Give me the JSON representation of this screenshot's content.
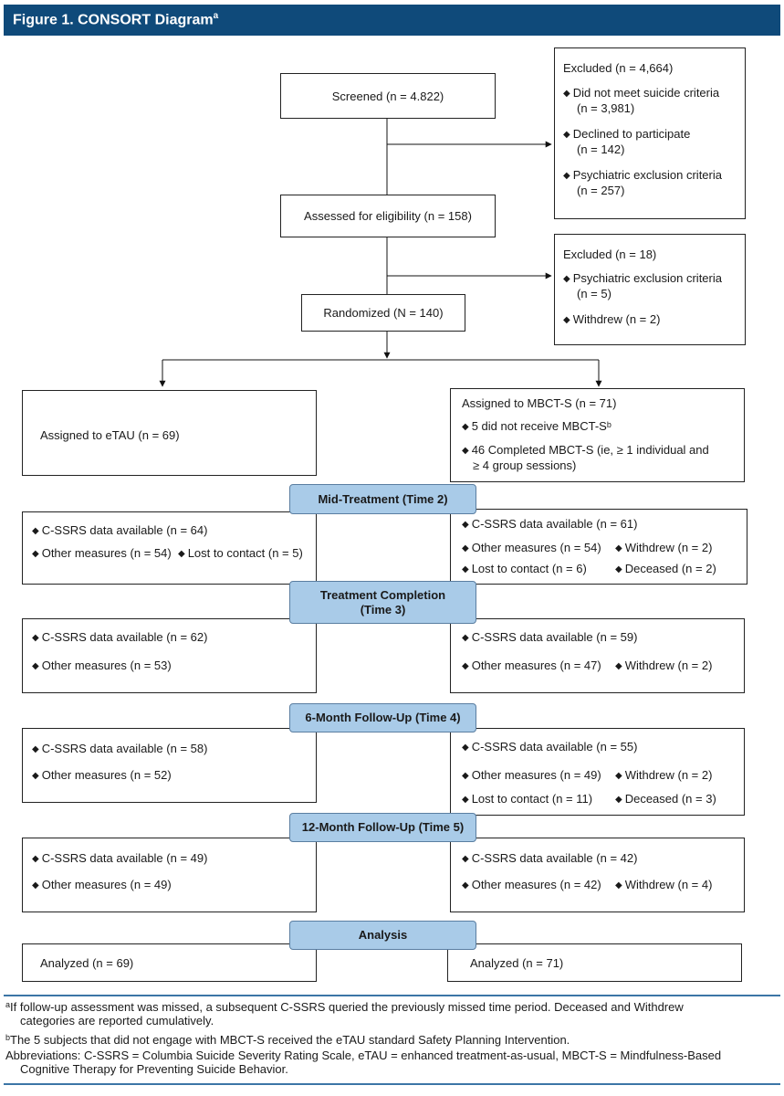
{
  "header": {
    "title": "Figure 1. CONSORT Diagram",
    "title_sup": "a"
  },
  "screened": "Screened (n = 4.822)",
  "excluded1": {
    "title": "Excluded (n = 4,664)",
    "items": [
      [
        "Did not meet suicide criteria",
        "(n = 3,981)"
      ],
      [
        "Declined to participate",
        "(n = 142)"
      ],
      [
        "Psychiatric exclusion criteria",
        "(n = 257)"
      ]
    ]
  },
  "assessed": "Assessed for eligibility (n = 158)",
  "excluded2": {
    "title": "Excluded (n = 18)",
    "items": [
      [
        "Psychiatric exclusion criteria",
        "(n = 5)"
      ],
      [
        "Withdrew (n = 2)"
      ]
    ]
  },
  "randomized": "Randomized (N = 140)",
  "etau": {
    "assigned": "Assigned to eTAU (n = 69)"
  },
  "mbct": {
    "assigned": "Assigned to MBCT-S (n = 71)",
    "no_receive": "5 did not receive MBCT-S",
    "no_receive_sup": "b",
    "completed_1": "46 Completed MBCT-S (ie, ≥ 1 individual and",
    "completed_2": "≥ 4 group sessions)"
  },
  "stages": {
    "mid": "Mid-Treatment (Time 2)",
    "completion_1": "Treatment Completion",
    "completion_2": "(Time 3)",
    "followup6": "6-Month Follow-Up (Time 4)",
    "followup12": "12-Month Follow-Up (Time 5)",
    "analysis": "Analysis"
  },
  "t2": {
    "left": {
      "cssrs": "C-SSRS data available (n = 64)",
      "other": "Other measures (n = 54)",
      "lost": "Lost to contact (n = 5)"
    },
    "right": {
      "cssrs": "C-SSRS data available (n = 61)",
      "other": "Other measures (n = 54)",
      "withdrew": "Withdrew (n = 2)",
      "lost": "Lost to contact (n = 6)",
      "deceased": "Deceased (n = 2)"
    }
  },
  "t3": {
    "left": {
      "cssrs": "C-SSRS data available (n = 62)",
      "other": "Other measures (n = 53)"
    },
    "right": {
      "cssrs": "C-SSRS data available (n = 59)",
      "other": "Other measures (n = 47)",
      "withdrew": "Withdrew (n = 2)"
    }
  },
  "t4": {
    "left": {
      "cssrs": "C-SSRS data available (n = 58)",
      "other": "Other measures (n = 52)"
    },
    "right": {
      "cssrs": "C-SSRS data available (n = 55)",
      "other": "Other measures (n = 49)",
      "withdrew": "Withdrew (n = 2)",
      "lost": "Lost to contact (n = 11)",
      "deceased": "Deceased (n = 3)"
    }
  },
  "t5": {
    "left": {
      "cssrs": "C-SSRS data available (n = 49)",
      "other": "Other measures (n = 49)"
    },
    "right": {
      "cssrs": "C-SSRS data available (n = 42)",
      "other": "Other measures (n = 42)",
      "withdrew": "Withdrew (n = 4)"
    }
  },
  "analysis": {
    "left": "Analyzed (n = 69)",
    "right": "Analyzed (n = 71)"
  },
  "footnotes": {
    "a_mark": "a",
    "a_1": "If follow-up assessment was missed, a subsequent C-SSRS queried the previously missed time period. Deceased and Withdrew",
    "a_2": "categories are reported cumulatively.",
    "b_mark": "b",
    "b": "The 5 subjects that did not engage with MBCT-S received the eTAU standard Safety Planning Intervention.",
    "abbr_1": "Abbreviations: C-SSRS = Columbia Suicide Severity Rating Scale, eTAU = enhanced treatment-as-usual, MBCT-S = Mindfulness-Based",
    "abbr_2": "Cognitive Therapy for Preventing Suicide Behavior."
  },
  "colors": {
    "header": "#0f4a7a",
    "stage_bar": "#a9cbe8",
    "rule": "#3c75a6"
  }
}
